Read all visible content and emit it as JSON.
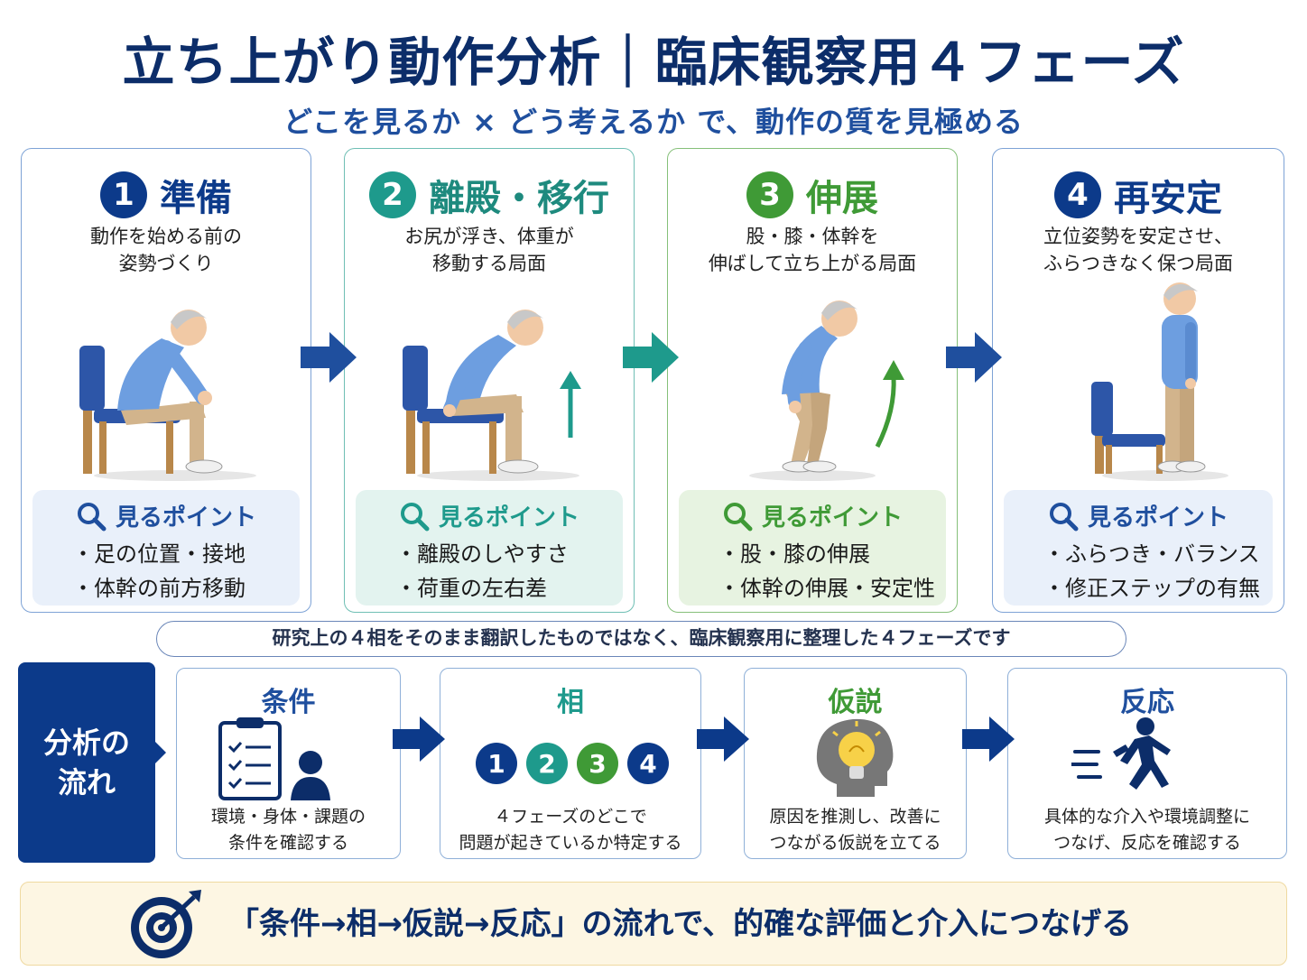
{
  "title": "立ち上がり動作分析｜臨床観察用４フェーズ",
  "subtitle": "どこを見るか × どう考えるか で、動作の質を見極める",
  "colors": {
    "navy": "#0c2d69",
    "blue": "#1f4f9e",
    "teal": "#1e9a8c",
    "green": "#3f9a36"
  },
  "phases": [
    {
      "num": "1",
      "title": "準備",
      "desc": "動作を始める前の\n姿勢づくり",
      "look_label": "見るポイント",
      "points": [
        "・足の位置・接地",
        "・体幹の前方移動"
      ]
    },
    {
      "num": "2",
      "title": "離殿・移行",
      "desc": "お尻が浮き、体重が\n移動する局面",
      "look_label": "見るポイント",
      "points": [
        "・離殿のしやすさ",
        "・荷重の左右差"
      ]
    },
    {
      "num": "3",
      "title": "伸展",
      "desc": "股・膝・体幹を\n伸ばして立ち上がる局面",
      "look_label": "見るポイント",
      "points": [
        "・股・膝の伸展",
        "・体幹の伸展・安定性"
      ]
    },
    {
      "num": "4",
      "title": "再安定",
      "desc": "立位姿勢を安定させ、\nふらつきなく保つ局面",
      "look_label": "見るポイント",
      "points": [
        "・ふらつき・バランス",
        "・修正ステップの有無"
      ]
    }
  ],
  "note": "研究上の４相をそのまま翻訳したものではなく、臨床観察用に整理した４フェーズです",
  "flow_label": "分析の\n流れ",
  "steps": [
    {
      "title": "条件",
      "desc": "環境・身体・課題の\n条件を確認する"
    },
    {
      "title": "相",
      "desc": "４フェーズのどこで\n問題が起きているか特定する",
      "nums": [
        "1",
        "2",
        "3",
        "4"
      ]
    },
    {
      "title": "仮説",
      "desc": "原因を推測し、改善に\nつながる仮説を立てる"
    },
    {
      "title": "反応",
      "desc": "具体的な介入や環境調整に\nつなげ、反応を確認する"
    }
  ],
  "banner": "「条件→相→仮説→反応」の流れで、的確な評価と介入につなげる"
}
